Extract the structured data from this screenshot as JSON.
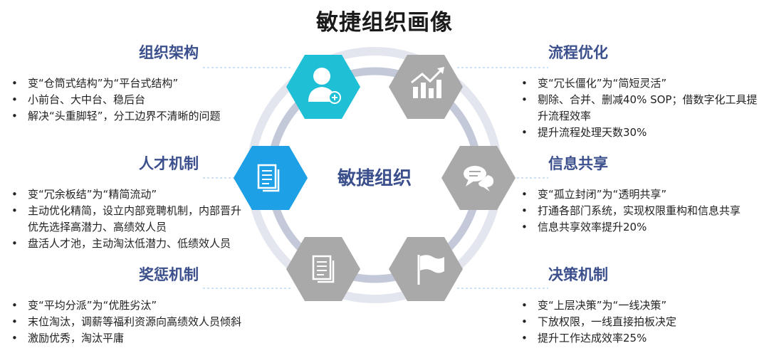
{
  "title": "敏捷组织画像",
  "center_label": "敏捷组织",
  "colors": {
    "accent_teal": "#1fbfd6",
    "accent_blue": "#1da0e6",
    "hex_gray": "#a9a9a9",
    "title_blue": "#3b4f8c"
  },
  "sections": {
    "structure": {
      "title": "组织架构",
      "icon": "person-add-icon",
      "items": [
        "变“仓筒式结构”为“平台式结构”",
        "小前台、大中台、稳后台",
        "解决“头重脚轻”，分工边界不清晰的问题"
      ]
    },
    "talent": {
      "title": "人才机制",
      "icon": "document-icon",
      "items": [
        "变“冗余板结”为“精简流动”",
        "主动优化精简，设立内部竞聘机制，内部晋升优先选择高潜力、高绩效人员",
        "盘活人才池，主动淘汰低潜力、低绩效人员"
      ]
    },
    "reward": {
      "title": "奖惩机制",
      "icon": "document-icon",
      "items": [
        "变“平均分派”为“优胜劣汰”",
        "末位淘汰，调薪等福利资源向高绩效人员倾斜",
        "激励优秀，淘汰平庸"
      ]
    },
    "process": {
      "title": "流程优化",
      "icon": "trend-chart-icon",
      "items": [
        "变“冗长僵化”为“简短灵活”",
        "剔除、合并、删减40% SOP；借数字化工具提升流程效率",
        "提升流程处理天数30%"
      ]
    },
    "info": {
      "title": "信息共享",
      "icon": "chat-bubbles-icon",
      "items": [
        "变“孤立封闭”为“透明共享”",
        "打通各部门系统，实现权限重构和信息共享",
        "信息共享效率提升20%"
      ]
    },
    "decision": {
      "title": "决策机制",
      "icon": "flag-icon",
      "items": [
        "变“上层决策”为“一线决策”",
        "下放权限，一线直接拍板决定",
        "提升工作达成效率25%"
      ]
    }
  }
}
